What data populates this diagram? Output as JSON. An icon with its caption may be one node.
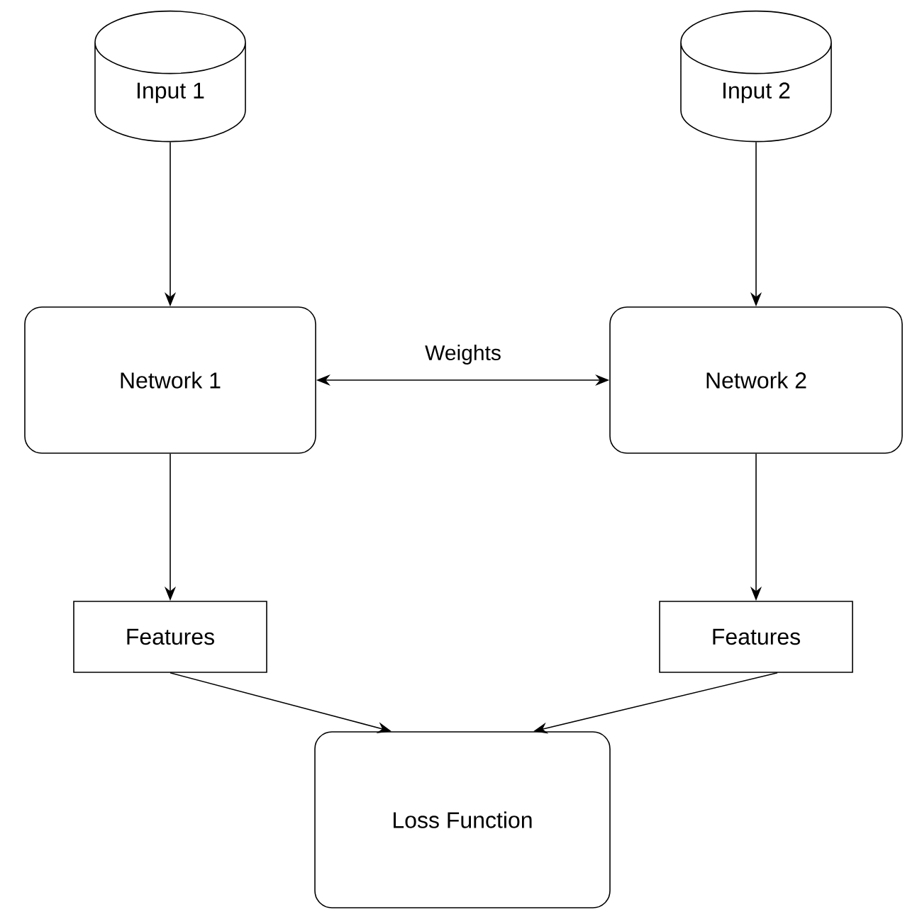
{
  "diagram": {
    "nodes": [
      {
        "text": [
          "Input 1"
        ]
      },
      {
        "text": [
          "Input 2"
        ]
      },
      {
        "text": [
          "Network 1"
        ]
      },
      {
        "text": [
          "Network 2"
        ]
      },
      {
        "text": [
          "Features"
        ]
      },
      {
        "text": [
          "Features"
        ]
      },
      {
        "text": [
          "Loss Function"
        ]
      }
    ],
    "edges": [
      {
        "from": 0,
        "to": 2,
        "arrow": "to"
      },
      {
        "from": 1,
        "to": 3,
        "arrow": "to"
      },
      {
        "from": 2,
        "to": 3,
        "arrow": "both",
        "label": "Weights"
      },
      {
        "from": 2,
        "to": 4,
        "arrow": "to"
      },
      {
        "from": 3,
        "to": 5,
        "arrow": "to"
      },
      {
        "from": 4,
        "to": 6,
        "arrow": "to"
      },
      {
        "from": 5,
        "to": 6,
        "arrow": "to"
      }
    ]
  }
}
